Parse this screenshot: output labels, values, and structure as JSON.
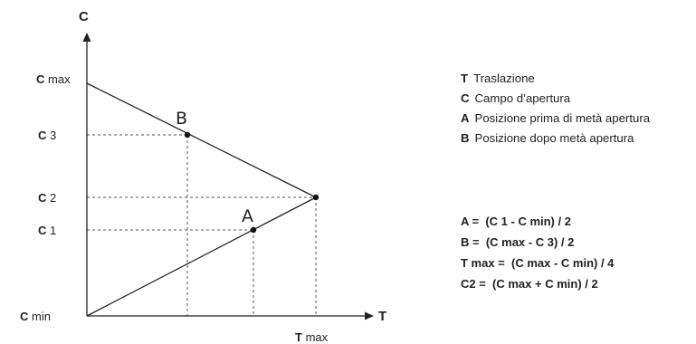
{
  "diagram": {
    "axes": {
      "vertical": "C",
      "horizontal": "T"
    },
    "y_labels": {
      "cmax": {
        "key": "C",
        "suffix": "max"
      },
      "c3": {
        "key": "C",
        "suffix": "3"
      },
      "c2": {
        "key": "C",
        "suffix": "2"
      },
      "c1": {
        "key": "C",
        "suffix": "1"
      },
      "cmin": {
        "key": "C",
        "suffix": "min"
      }
    },
    "x_labels": {
      "tmax": {
        "key": "T",
        "suffix": "max"
      }
    },
    "points": {
      "a": "A",
      "b": "B"
    }
  },
  "legend": [
    {
      "key": "T",
      "text": "Traslazione"
    },
    {
      "key": "C",
      "text": "Campo d’apertura"
    },
    {
      "key": "A",
      "text": "Posizione prima di metà apertura"
    },
    {
      "key": "B",
      "text": "Posizione dopo metà apertura"
    }
  ],
  "formulas": [
    "A =  (C 1 - C min) / 2",
    "B =  (C max - C 3) / 2",
    "T max =  (C max - C min) / 4",
    "C2 =  (C max + C min) / 2"
  ],
  "colors": {
    "ink": "#222222",
    "guide": "#555555"
  }
}
